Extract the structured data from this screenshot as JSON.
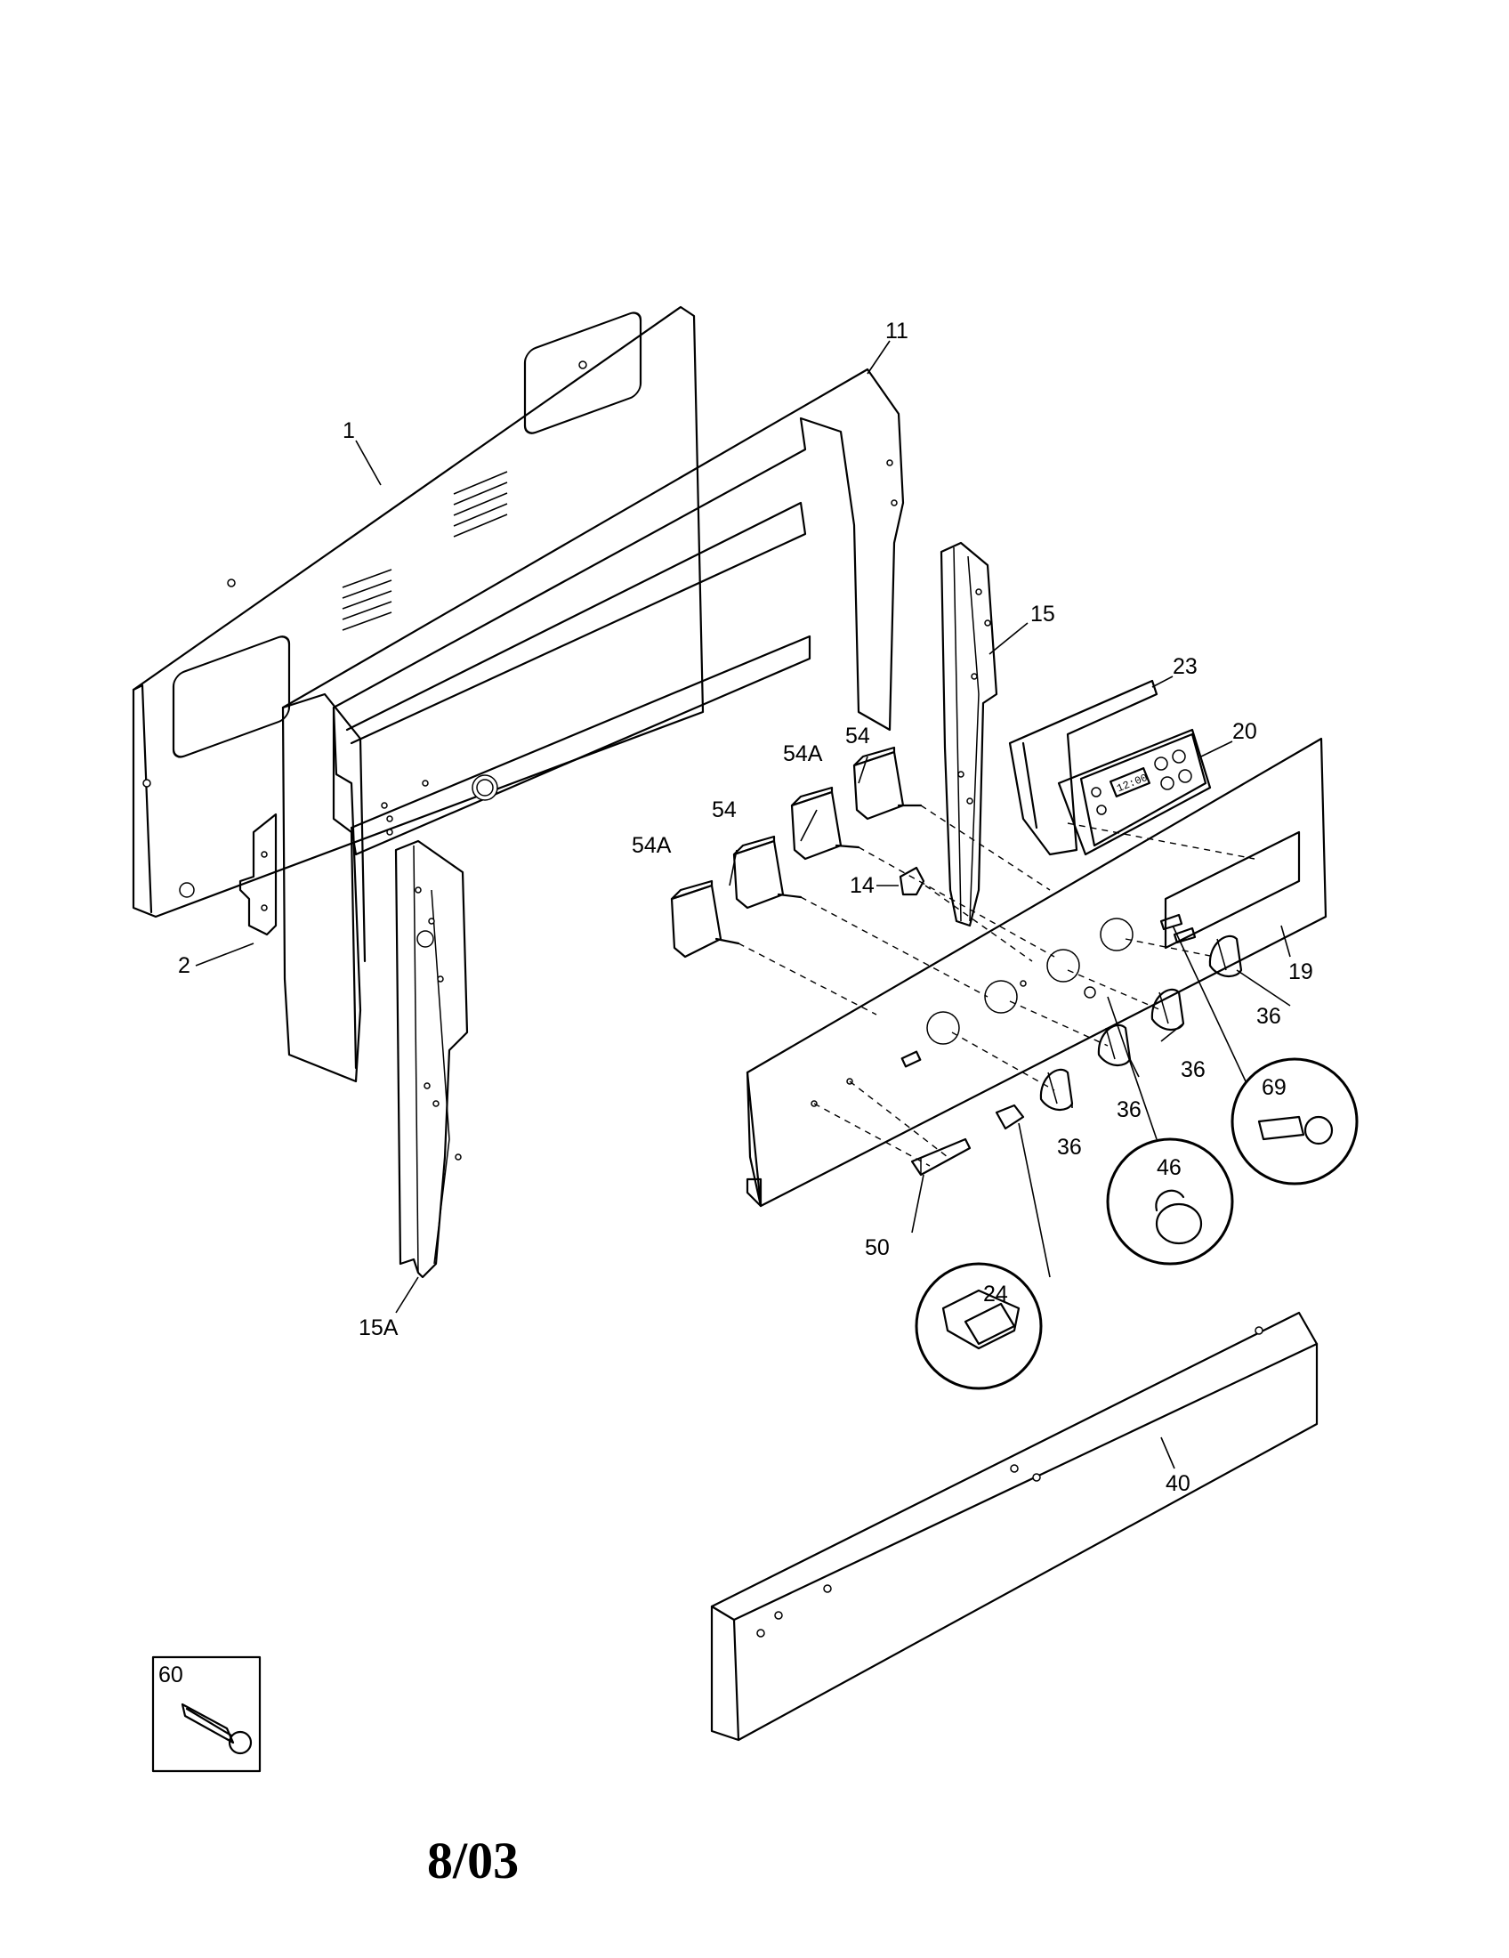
{
  "labels": {
    "p1": "1",
    "p2": "2",
    "p11": "11",
    "p14": "14",
    "p15": "15",
    "p15a": "15A",
    "p19": "19",
    "p20": "20",
    "p23": "23",
    "p24": "24",
    "p36a": "36",
    "p36b": "36",
    "p36c": "36",
    "p36d": "36",
    "p40": "40",
    "p46": "46",
    "p50": "50",
    "p54a": "54",
    "p54b": "54",
    "p54Aa": "54A",
    "p54Ab": "54A",
    "p60": "60",
    "p69": "69"
  },
  "clock_display": "12:00",
  "date_code": "8/03"
}
